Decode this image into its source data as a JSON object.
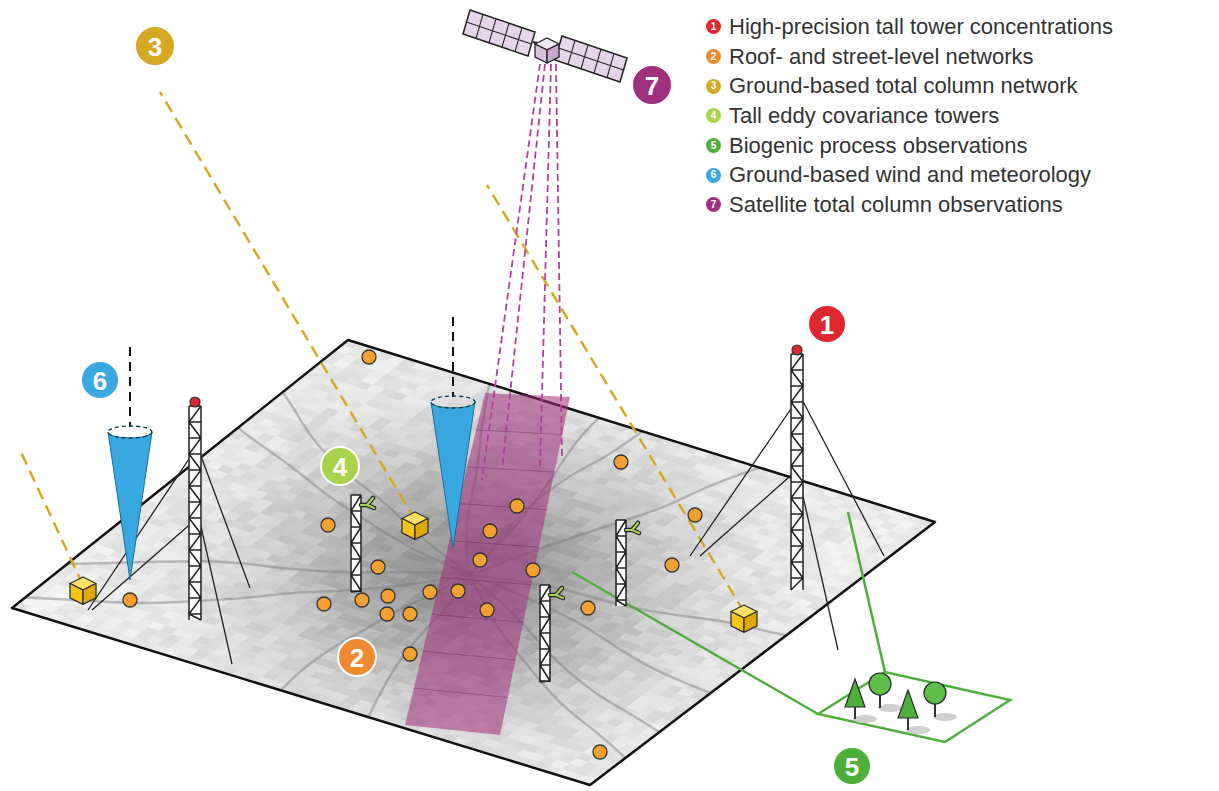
{
  "diagram": {
    "labels": [
      "1",
      "2",
      "3",
      "4",
      "5",
      "6",
      "7",
      "7",
      "3",
      "6",
      "4",
      "2",
      "1",
      "5"
    ],
    "legend": [
      {
        "text": "High-precision tall tower concentrations",
        "color": "#e0262f"
      },
      {
        "text": "Roof- and street-level networks",
        "color": "#f08a30"
      },
      {
        "text": "Ground-based total column network",
        "color": "#d4a820"
      },
      {
        "text": "Tall eddy covariance towers",
        "color": "#a8d24a"
      },
      {
        "text": "Biogenic process observations",
        "color": "#4caf3a"
      },
      {
        "text": "Ground-based wind and meteorology",
        "color": "#3aa8e0"
      },
      {
        "text": "Satellite total column observations",
        "color": "#a0307e"
      }
    ]
  }
}
